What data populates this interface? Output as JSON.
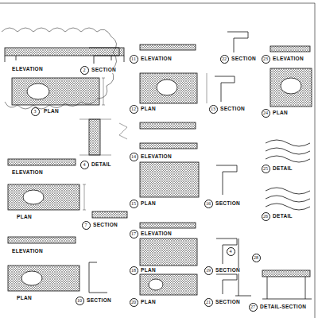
{
  "diagram": {
    "nodes": [
      {
        "text": [
          "2"
        ]
      },
      {
        "text": [
          "3"
        ]
      },
      {
        "text": [
          "4"
        ]
      },
      {
        "text": [
          "7"
        ]
      },
      {
        "text": [
          "10"
        ]
      },
      {
        "text": [
          "11"
        ]
      },
      {
        "text": [
          "12"
        ]
      },
      {
        "text": [
          "13"
        ]
      },
      {
        "text": [
          "14"
        ]
      },
      {
        "text": [
          "15"
        ]
      },
      {
        "text": [
          "16"
        ]
      },
      {
        "text": [
          "17"
        ]
      },
      {
        "text": [
          "18"
        ]
      },
      {
        "text": [
          "19"
        ]
      },
      {
        "text": [
          "20"
        ]
      },
      {
        "text": [
          "21"
        ]
      },
      {
        "text": [
          "22"
        ]
      },
      {
        "text": [
          "23"
        ]
      },
      {
        "text": [
          "24"
        ]
      },
      {
        "text": [
          "25"
        ]
      },
      {
        "text": [
          "26"
        ]
      },
      {
        "text": [
          "27"
        ]
      },
      {
        "text": [
          "28"
        ]
      },
      {
        "text": [
          "4"
        ]
      }
    ],
    "labels": [
      "ELEVATION",
      "PLAN",
      "ELEVATION",
      "PLAN",
      "ELEVATION",
      "PLAN",
      "SECTION",
      "DETAIL",
      "SECTION",
      "SECTION",
      "ELEVATION",
      "PLAN",
      "SECTION",
      "ELEVATION",
      "PLAN",
      "SECTION",
      "ELEVATION",
      "PLAN",
      "SECTION",
      "PLAN",
      "SECTION",
      "SECTION",
      "ELEVATION",
      "PLAN",
      "DETAIL",
      "DETAIL",
      "DETAIL-SECTION"
    ]
  }
}
